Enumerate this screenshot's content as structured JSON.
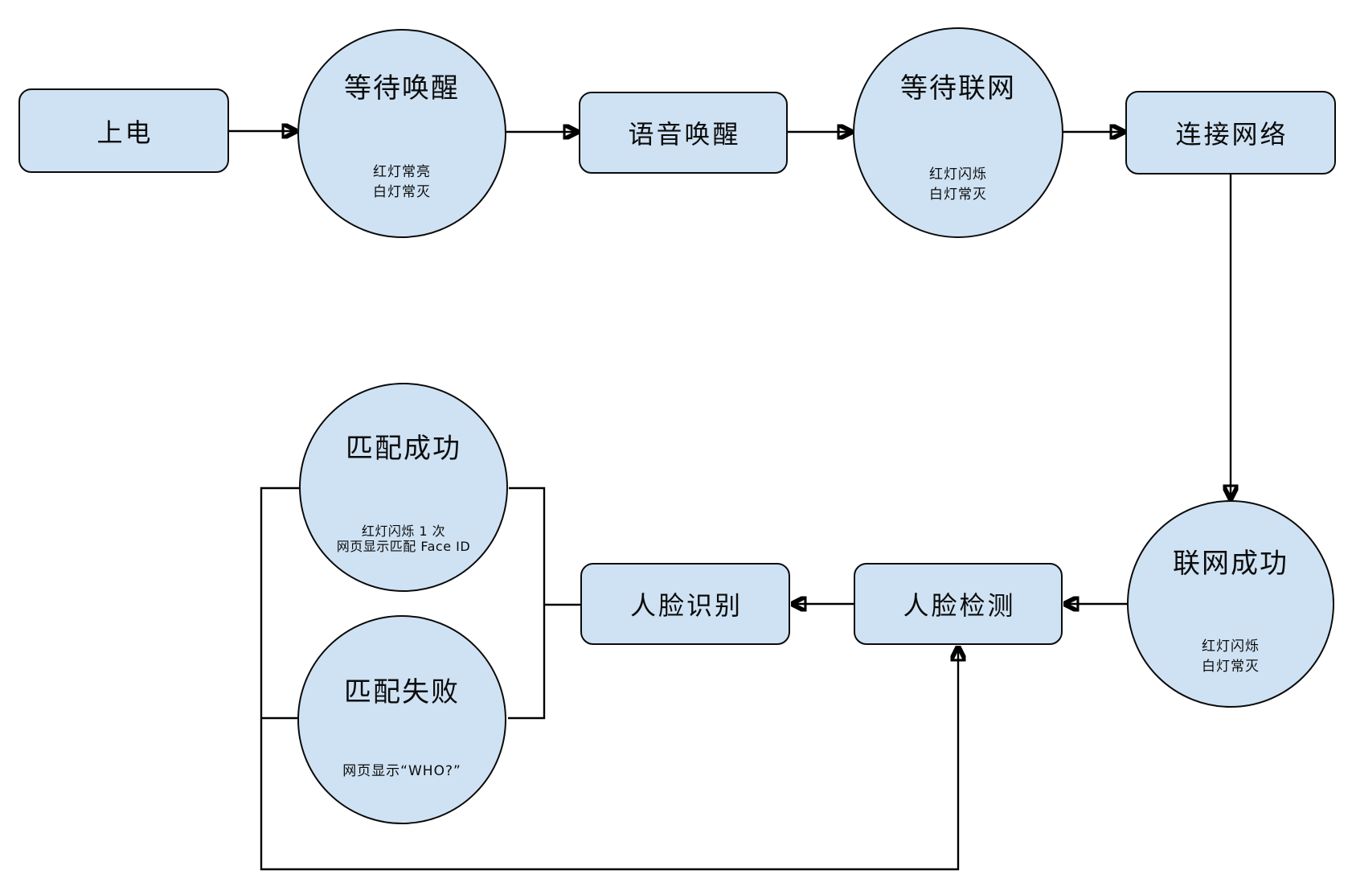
{
  "diagram": {
    "title": "device-startup-and-face-recognition-flow",
    "colors": {
      "node_fill": "#cfe2f3",
      "node_border": "#000000",
      "line": "#000000",
      "background": "#ffffff"
    },
    "nodes": {
      "power": {
        "type": "process",
        "label": "上电"
      },
      "wait_wake": {
        "type": "state",
        "label": "等待唤醒",
        "status": [
          "红灯常亮",
          "白灯常灭"
        ]
      },
      "voice_wake": {
        "type": "process",
        "label": "语音唤醒"
      },
      "wait_network": {
        "type": "state",
        "label": "等待联网",
        "status": [
          "红灯闪烁",
          "白灯常灭"
        ]
      },
      "connect_network": {
        "type": "process",
        "label": "连接网络"
      },
      "network_success": {
        "type": "state",
        "label": "联网成功",
        "status": [
          "红灯闪烁",
          "白灯常灭"
        ]
      },
      "face_detect": {
        "type": "process",
        "label": "人脸检测"
      },
      "face_recognize": {
        "type": "process",
        "label": "人脸识别"
      },
      "match_success": {
        "type": "state",
        "label": "匹配成功",
        "status": [
          "红灯闪烁 1 次",
          "网页显示匹配 Face ID"
        ]
      },
      "match_fail": {
        "type": "state",
        "label": "匹配失败",
        "status": [
          "网页显示“WHO?”"
        ]
      }
    },
    "edges": [
      {
        "from": "power",
        "to": "wait_wake",
        "arrow": true
      },
      {
        "from": "wait_wake",
        "to": "voice_wake",
        "arrow": true
      },
      {
        "from": "voice_wake",
        "to": "wait_network",
        "arrow": true
      },
      {
        "from": "wait_network",
        "to": "connect_network",
        "arrow": true
      },
      {
        "from": "connect_network",
        "to": "network_success",
        "arrow": true
      },
      {
        "from": "network_success",
        "to": "face_detect",
        "arrow": true
      },
      {
        "from": "face_detect",
        "to": "face_recognize",
        "arrow": true
      },
      {
        "from": "face_recognize",
        "to": "match_success",
        "arrow": false
      },
      {
        "from": "face_recognize",
        "to": "match_fail",
        "arrow": false
      },
      {
        "from": "match_success",
        "to": "face_detect",
        "arrow": true
      },
      {
        "from": "match_fail",
        "to": "face_detect",
        "arrow": true
      }
    ]
  }
}
